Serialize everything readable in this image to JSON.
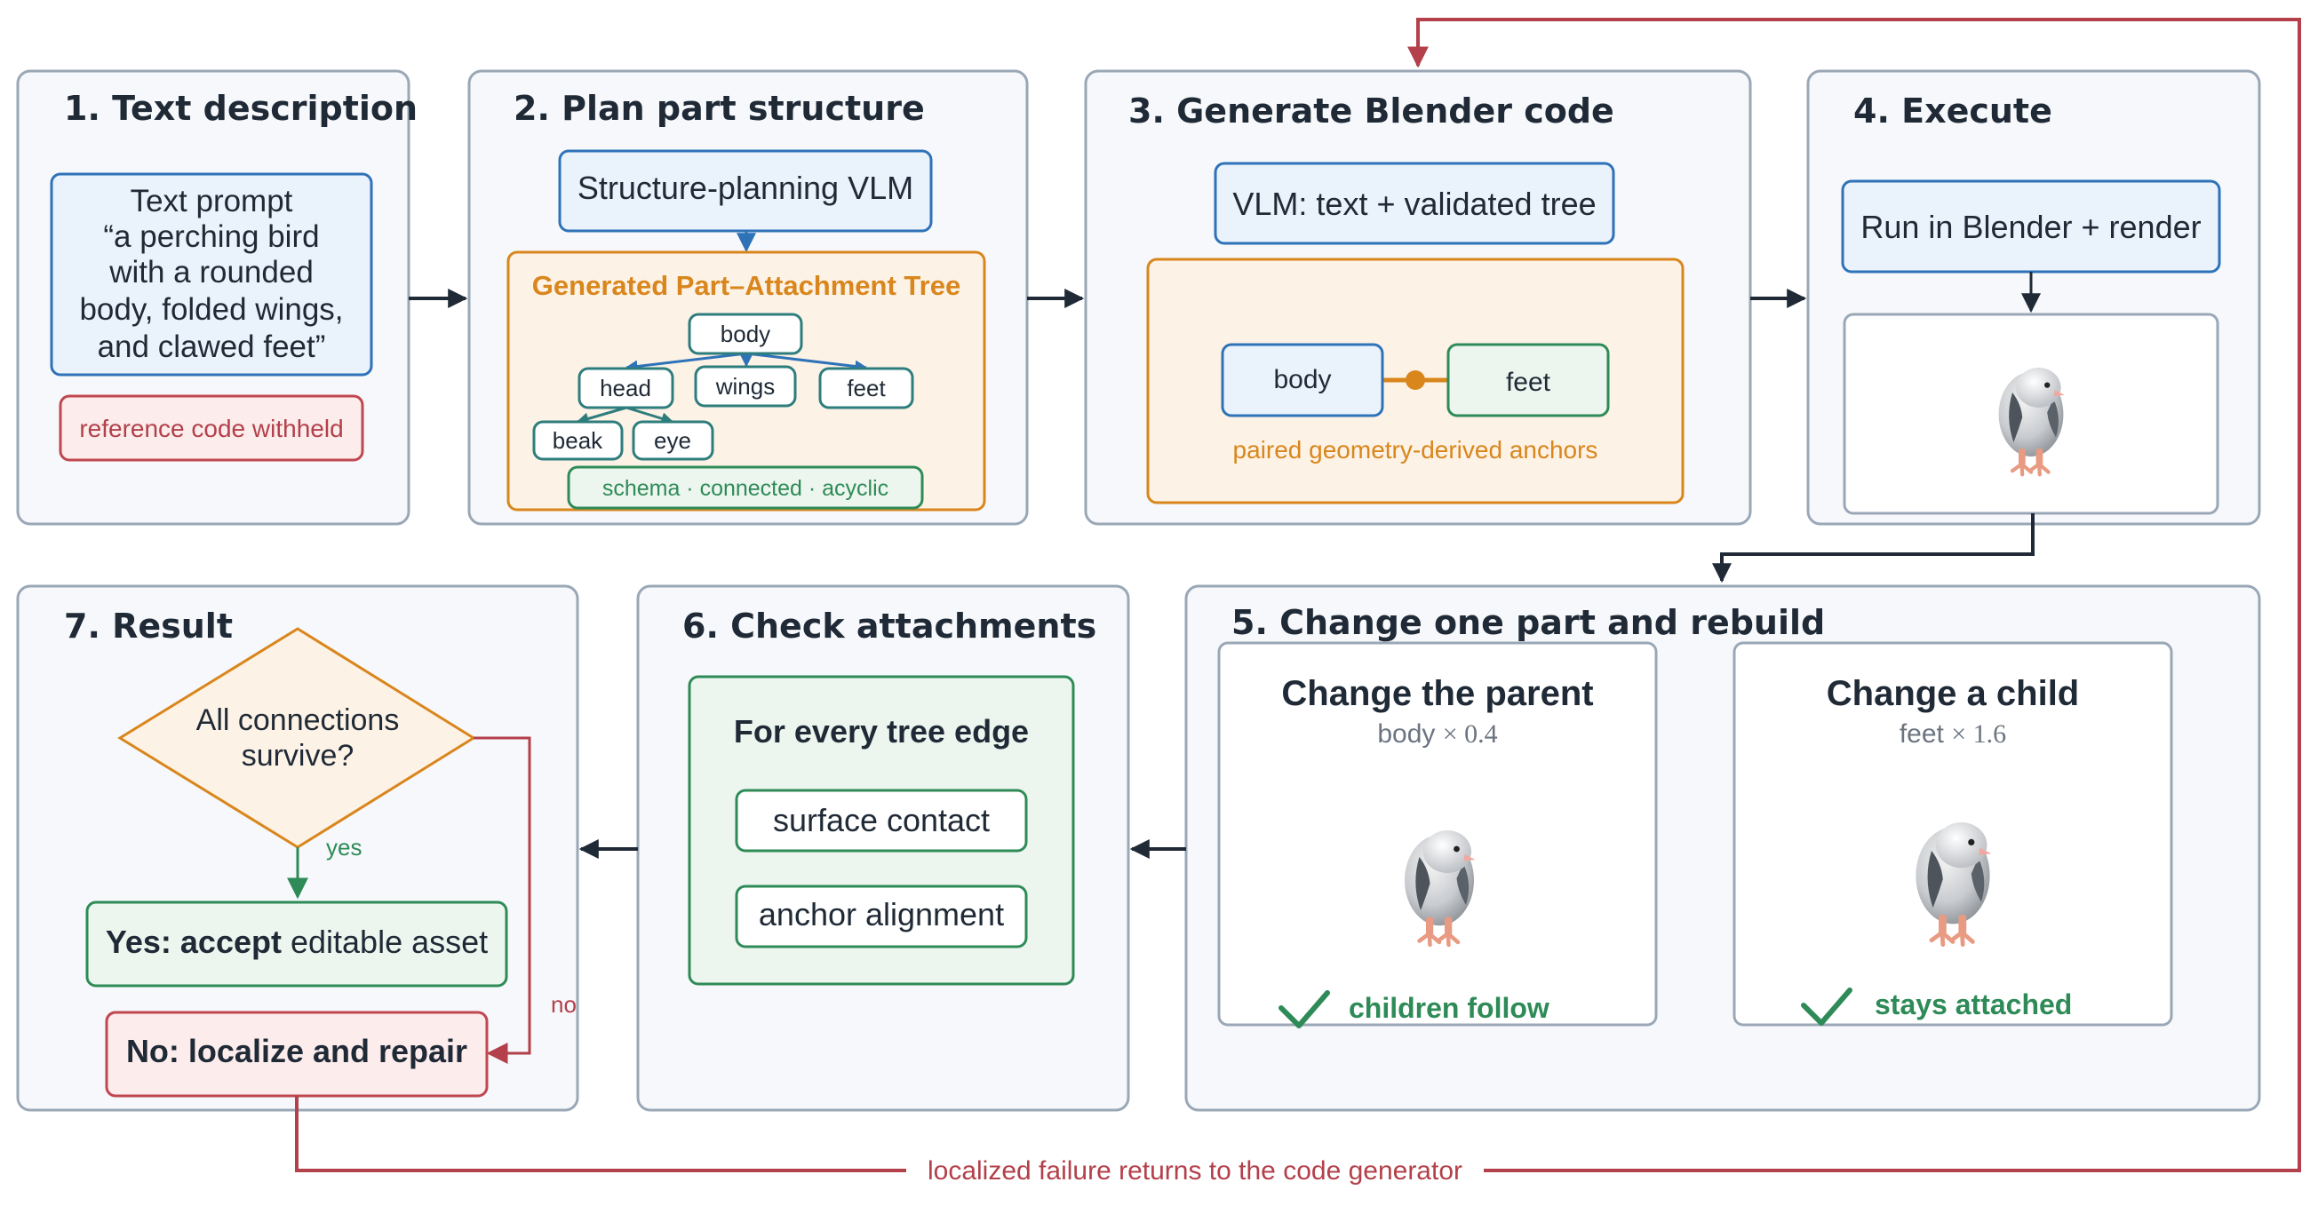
{
  "colors": {
    "panel_fill": "#f6f8fb",
    "panel_stroke": "#9aa7b6",
    "blue_fill": "#eaf3fc",
    "blue_stroke": "#2e72b8",
    "orange_fill": "#fdf2e6",
    "orange_stroke": "#d9861c",
    "orange_text": "#d9861c",
    "green_fill": "#ecf6ef",
    "green_stroke": "#2e8b57",
    "green_text": "#2e8b57",
    "red_fill": "#fcecec",
    "red_stroke": "#c0474f",
    "red_text": "#b3404a",
    "dark_text": "#1f2a36",
    "gray_text": "#6b7480",
    "arrow": "#1f2a36"
  },
  "step1": {
    "title": "1. Text description",
    "prompt_lines": [
      "Text prompt",
      "“a perching bird",
      "with a rounded",
      "body, folded wings,",
      "and clawed feet”"
    ],
    "withheld": "reference code withheld"
  },
  "step2": {
    "title": "2. Plan part structure",
    "planner": "Structure-planning VLM",
    "tree_title": "Generated Part–Attachment Tree",
    "nodes": {
      "body": "body",
      "head": "head",
      "wings": "wings",
      "feet": "feet",
      "beak": "beak",
      "eye": "eye"
    },
    "checks": "schema · connected · acyclic"
  },
  "step3": {
    "title": "3. Generate Blender code",
    "vlm": "VLM: text + validated tree",
    "left_part": "body",
    "right_part": "feet",
    "anchors": "paired geometry-derived anchors"
  },
  "step4": {
    "title": "4. Execute",
    "run": "Run in Blender + render",
    "render_icon": "bird-render-icon"
  },
  "step5": {
    "title": "5. Change one part and rebuild",
    "parent": {
      "title": "Change the parent",
      "op_part": "body",
      "op_factor": "× 0.4",
      "result": "children follow"
    },
    "child": {
      "title": "Change a child",
      "op_part": "feet",
      "op_factor": "× 1.6",
      "result": "stays attached"
    }
  },
  "step6": {
    "title": "6. Check attachments",
    "header": "For every tree edge",
    "checks": [
      "surface contact",
      "anchor alignment"
    ]
  },
  "step7": {
    "title": "7. Result",
    "decision": [
      "All connections",
      "survive?"
    ],
    "yes_label": "yes",
    "no_label": "no",
    "accept_prefix": "Yes: ",
    "accept_bold": "accept",
    "accept_suffix": " editable asset",
    "repair": "No: localize and repair"
  },
  "feedback": "localized failure returns to the code generator"
}
